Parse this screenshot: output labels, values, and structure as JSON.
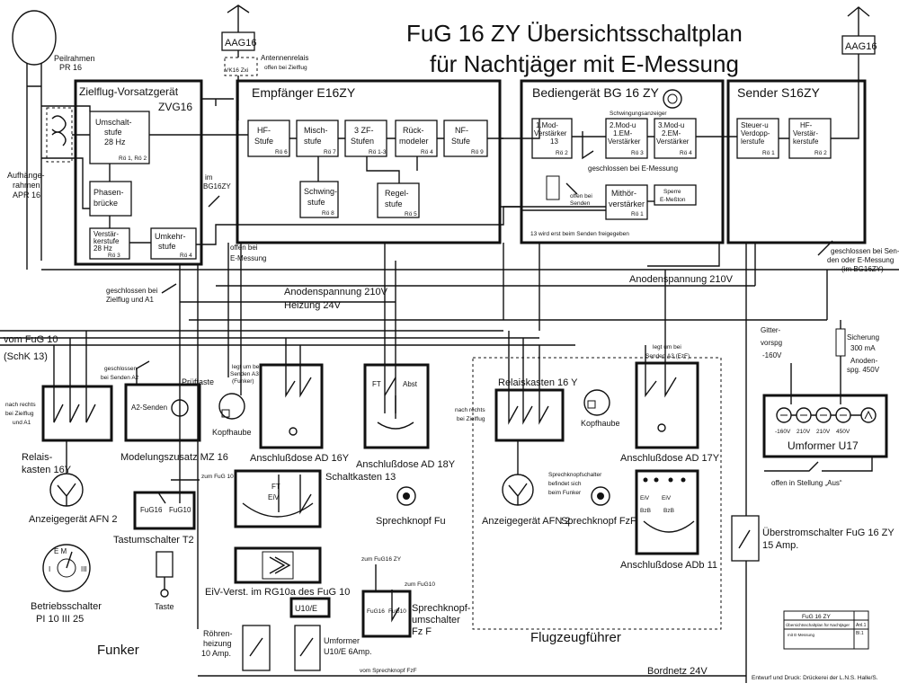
{
  "title": {
    "line1": "FuG 16 ZY Übersichtsschaltplan",
    "line2": "für Nachtjäger mit E-Messung"
  },
  "left_top": {
    "peilrahmen": "Peilrahmen",
    "peilrahmen_type": "PR 16",
    "aufhaenge1": "Aufhänge-",
    "aufhaenge2": "rahmen",
    "aufhaenge3": "APR 16"
  },
  "aag_left": "AAG16",
  "aag_right": "AAG16",
  "antennenrelais1": "Antennenrelais",
  "antennenrelais2": "VK16 Zxi",
  "antennenrelais3": "offen bei Zielflug",
  "zvg": {
    "title1": "Zielflug-Vorsatzgerät",
    "title2": "ZVG16",
    "umschalt": [
      "Umschalt-",
      "stufe",
      "28 Hz",
      "Rö 1, Rö 2"
    ],
    "phasen": [
      "Phasen-",
      "brücke"
    ],
    "verstaerker": [
      "Verstär-",
      "kerstufe",
      "28 Hz",
      "Rö 3"
    ],
    "umkehr": [
      "Umkehr-",
      "stufe",
      "Rö 4"
    ]
  },
  "empfaenger": {
    "title": "Empfänger E16ZY",
    "hf": [
      "HF-",
      "Stufe",
      "Rö 6"
    ],
    "misch": [
      "Misch-",
      "stufe",
      "Rö 7"
    ],
    "zf": [
      "3 ZF-",
      "Stufen",
      "Rö 1-3"
    ],
    "rueck": [
      "Rück-",
      "modeler",
      "Rö 4"
    ],
    "nf": [
      "NF-",
      "Stufe",
      "Rö 9"
    ],
    "schwing": [
      "Schwing-",
      "stufe",
      "Rö 8"
    ],
    "regel": [
      "Regel-",
      "stufe",
      "Rö 5"
    ]
  },
  "im_bg": [
    "im",
    "BG16ZY"
  ],
  "offen_emessung": [
    "offen bei",
    "E-Messung"
  ],
  "bediengeraet": {
    "title": "Bediengerät BG 16 ZY",
    "schwingungsanzeiger": "Schwingungsanzeiger",
    "mod1": [
      "1.Mod-",
      "Verstärker",
      "13",
      "Rö 2"
    ],
    "mod2": [
      "2.Mod-u",
      "1.EM-",
      "Verstärker",
      "Rö 3"
    ],
    "mod3": [
      "3.Mod-u",
      "2.EM-",
      "Verstärker",
      "Rö 4"
    ],
    "geschlossen": "geschlossen bei E-Messung",
    "offen_senden": [
      "offen bei",
      "Senden"
    ],
    "mithoer": [
      "Mithör-",
      "verstärker",
      "Rö 1"
    ],
    "sperre": [
      "Sperre",
      "E-Meßton"
    ],
    "note": "13 wird erst beim Senden freigegeben"
  },
  "sender": {
    "title": "Sender S16ZY",
    "steuer": [
      "Steuer-u",
      "Verdopp-",
      "lerstufe",
      "Rö 1"
    ],
    "hfv": [
      "HF-",
      "Verstär-",
      "kerstufe",
      "Rö 2"
    ]
  },
  "rails": {
    "anoden_right": "Anodenspannung 210V",
    "anoden_left": "Anodenspannung 210V",
    "heizung": "Heizung 24V",
    "geschl_zielflug": [
      "geschlossen bei",
      "Zielflug und A1"
    ],
    "bordnetz": "Bordnetz 24V"
  },
  "right_side": {
    "geschl_senden": [
      "geschlossen bei Sen-",
      "den oder E-Messung",
      "(im BG16ZY)"
    ],
    "gitter": [
      "Gitter-",
      "vorspg",
      "-160V"
    ],
    "sicherung": [
      "Sicherung",
      "300 mA"
    ],
    "anoden_spg": [
      "Anoden-",
      "spg. 450V"
    ],
    "umformer_ratings": [
      "-160V",
      "210V",
      "210V",
      "450V"
    ],
    "umformer_label": "Umformer U17",
    "offen_aus": "offen in Stellung „Aus“",
    "ueberstrom": [
      "Überstromschalter FuG 16 ZY",
      "15 Amp."
    ]
  },
  "left_side": {
    "vom_fug": "vom FuG 10",
    "schk": "(SchK 13)",
    "nach_rechts": [
      "nach rechts",
      "bei Zielflug",
      "und A1"
    ],
    "relais_left": [
      "Relais-",
      "kasten 16Y"
    ],
    "anzeige_left": "Anzeigegerät AFN 2",
    "betrieb": [
      "Betriebsschalter",
      "PI 10 III 25"
    ],
    "funker": "Funker"
  },
  "modzusatz": {
    "geschl_a2": [
      "geschlossen",
      "bei Senden A2"
    ],
    "pruef": "Prüftaste",
    "a2": "A2-Senden",
    "label": "Modelungszusatz MZ 16"
  },
  "tastum": {
    "zum": "zum FuG 10",
    "fug16": "FuG16",
    "fug10": "FuG10",
    "label": "Tastumschalter T2",
    "taste": "Taste"
  },
  "ad16": {
    "legt": [
      "legt um bei",
      "Senden A3",
      "(Funker)"
    ],
    "kopfhaube": "Kopfhaube",
    "label": "Anschlußdose AD 16Y",
    "schaltkasten": "Schaltkasten 13",
    "fteiv": [
      "FT",
      "EiV"
    ],
    "sprech": "Sprechknopf Fu"
  },
  "ad18": {
    "ft": "FT",
    "abst": "Abst",
    "label": "Anschlußdose AD 18Y"
  },
  "eiv": {
    "label": "EiV-Verst. im RG10a des FuG 10",
    "u10": "U10/E",
    "roehren": [
      "Röhren-",
      "heizung",
      "10 Amp."
    ],
    "umformer": [
      "Umformer",
      "U10/E 6Amp."
    ]
  },
  "sprechum": {
    "zum16": "zum FuG16 ZY",
    "zum10": "zum FuG10",
    "fug16": "FuG16",
    "fug10": "FuG10",
    "label": [
      "Sprechknopf-",
      "umschalter",
      "Fz F"
    ],
    "vom": "vom Sprechknopf FzF"
  },
  "pilot": {
    "relais": "Relaiskasten 16 Y",
    "nach_rechts": [
      "nach rechts",
      "bei Zielflug"
    ],
    "anzeige": "Anzeigegerät AFN 2",
    "sprechknopfschalter": [
      "Sprechknopfschalter",
      "befindet sich",
      "beim Funker"
    ],
    "sprech": "Sprechknopf FzF",
    "kopfhaube": "Kopfhaube",
    "legt": [
      "legt um bei",
      "Senden A3 (FzF)"
    ],
    "ad17": "Anschlußdose AD 17Y",
    "eivbzb": [
      "EiV",
      "BzB",
      "EiV",
      "BzB"
    ],
    "adb": "Anschlußdose ADb 11",
    "flugzeug": "Flugzeugführer"
  },
  "titleblock": {
    "t1": "FuG 16 ZY",
    "t2": "Übersichtsschaltplan für Nachtjäger",
    "t3": "mit E-Messung",
    "a": "Anl.1",
    "b": "Bl.1"
  },
  "footer": "Entwurf und Druck: Drückerei der L.N.S. Halle/S."
}
